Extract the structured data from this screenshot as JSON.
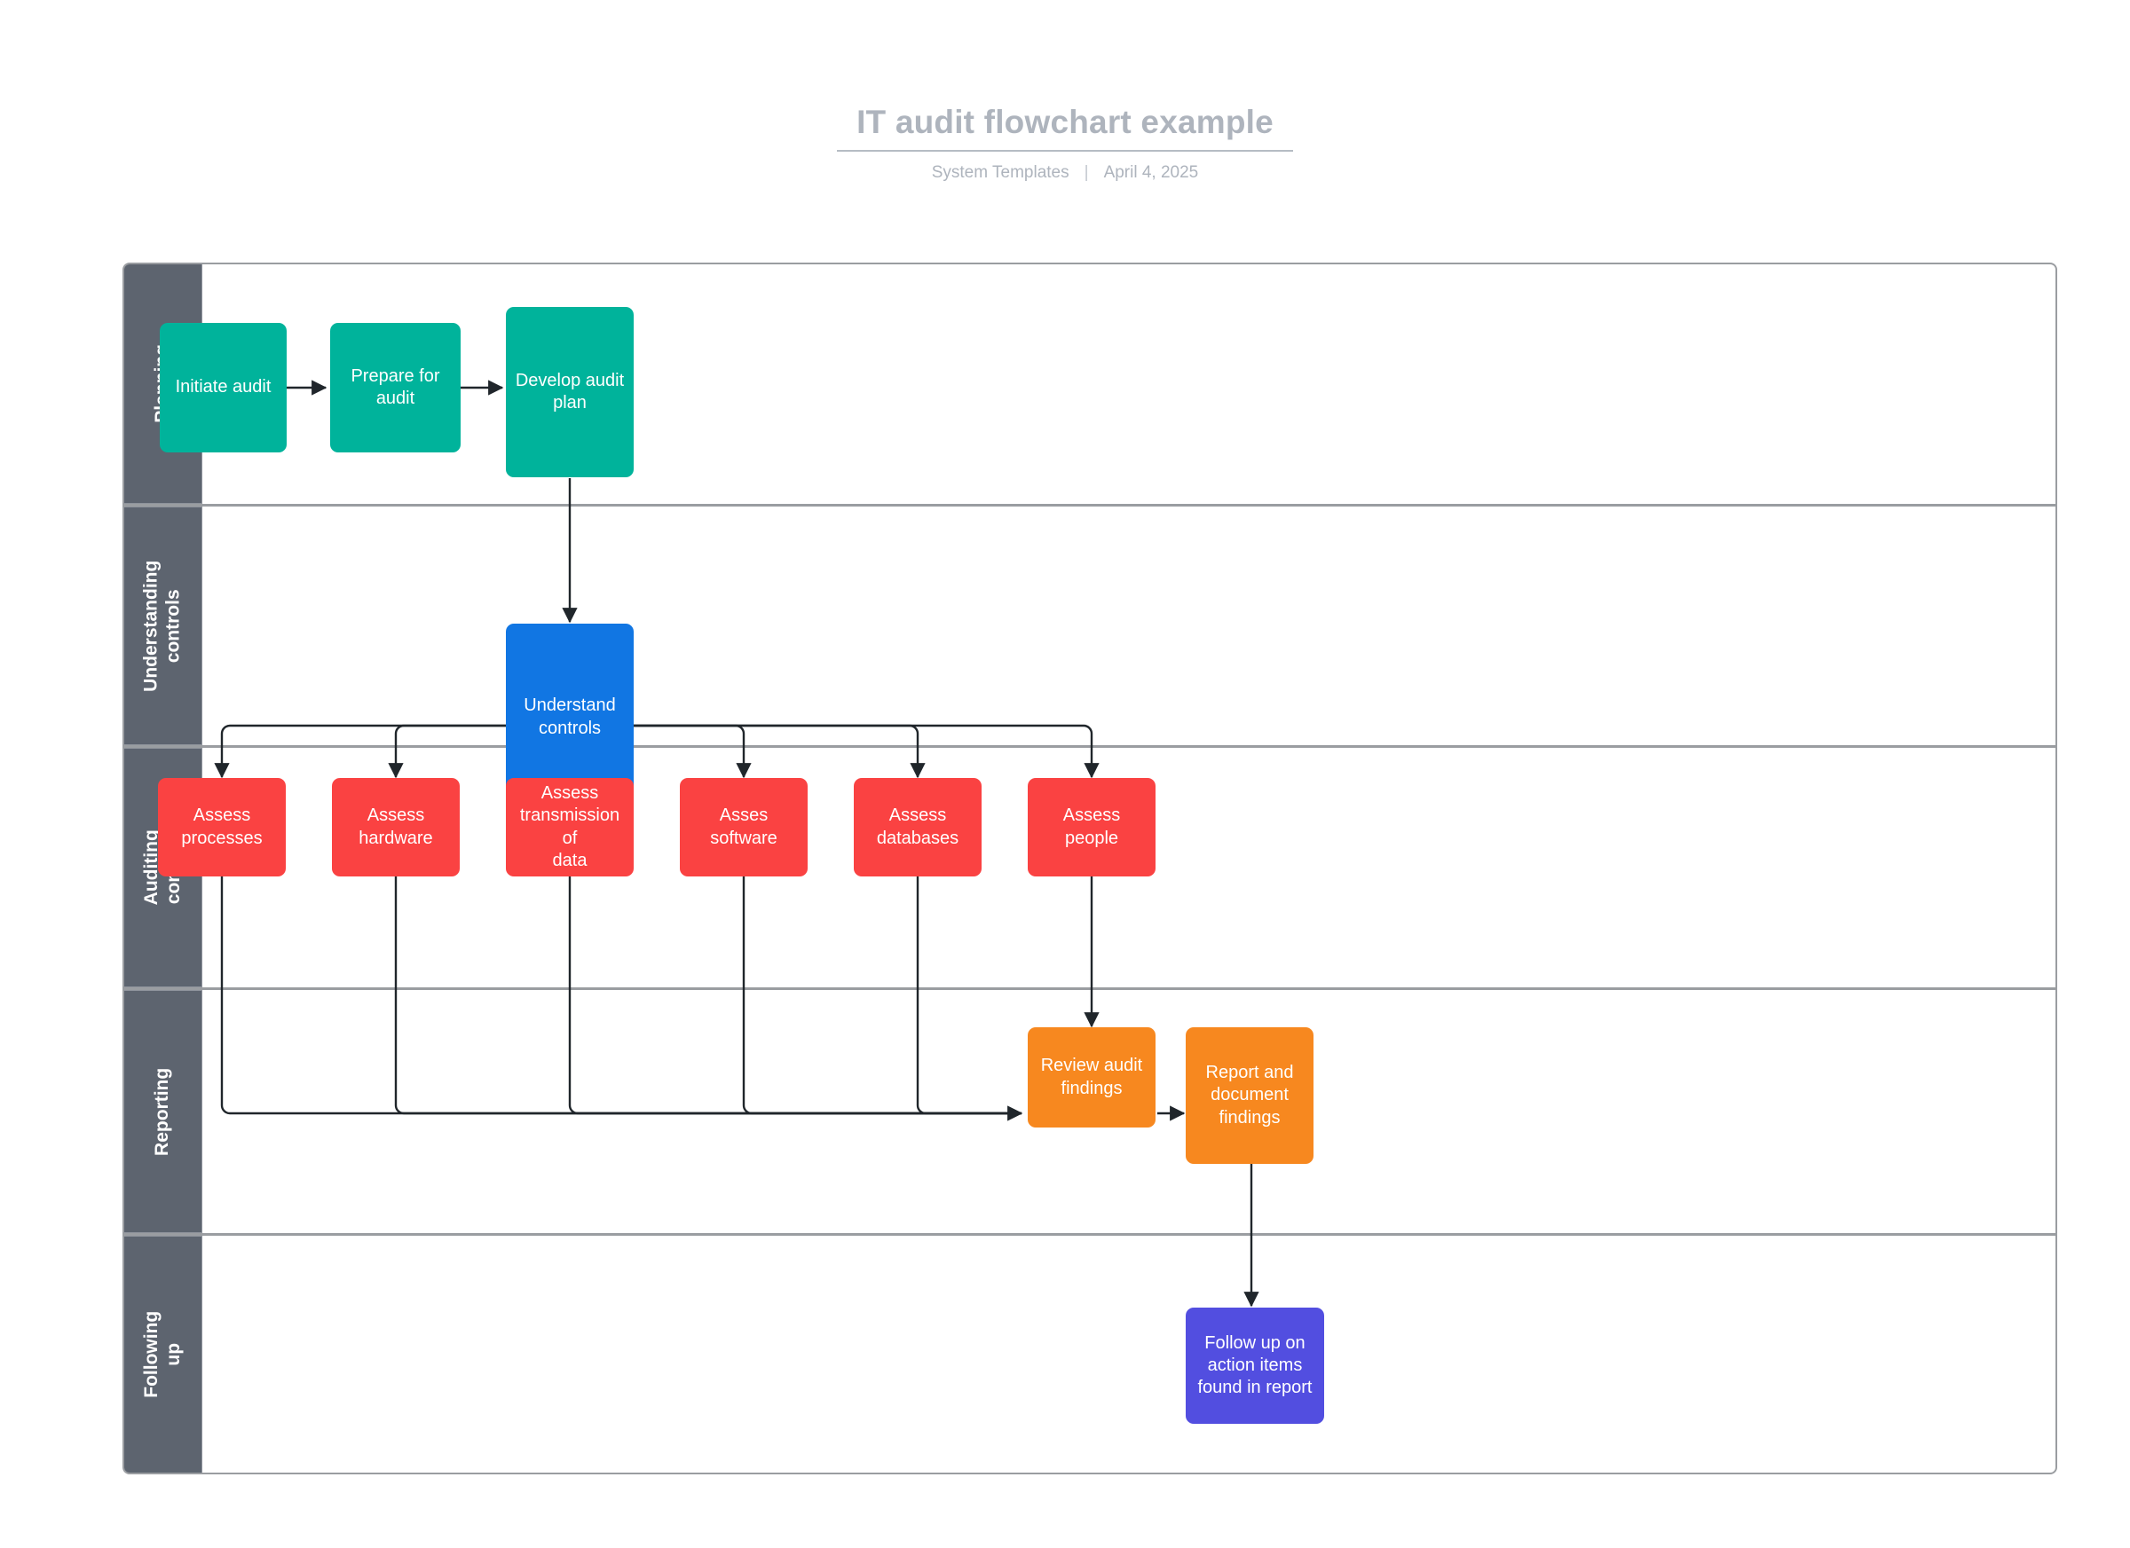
{
  "header": {
    "title": "IT audit flowchart example",
    "author": "System Templates",
    "separator": "|",
    "date": "April 4, 2025"
  },
  "colors": {
    "lane_header": "#5d646f",
    "frame": "#9a9da1",
    "planning": "#00b39b",
    "understanding": "#1176e3",
    "auditing": "#fa4242",
    "reporting": "#f7881f",
    "following_up": "#524ee0",
    "connector": "#20262b",
    "title_text": "#aeb4bd"
  },
  "chart_data": {
    "type": "diagram",
    "title": "IT audit flowchart example",
    "layout": "swimlane-horizontal",
    "lanes": [
      {
        "id": "planning",
        "label": "Planning"
      },
      {
        "id": "understanding",
        "label": "Understanding\ncontrols"
      },
      {
        "id": "auditing",
        "label": "Auditing\ncontrols"
      },
      {
        "id": "reporting",
        "label": "Reporting"
      },
      {
        "id": "following_up",
        "label": "Following up"
      }
    ],
    "nodes": [
      {
        "id": "n1",
        "lane": "planning",
        "label": "Initiate audit",
        "color": "#00b39b"
      },
      {
        "id": "n2",
        "lane": "planning",
        "label": "Prepare for audit",
        "color": "#00b39b"
      },
      {
        "id": "n3",
        "lane": "planning",
        "label": "Develop audit\nplan",
        "color": "#00b39b"
      },
      {
        "id": "n4",
        "lane": "understanding",
        "label": "Understand\ncontrols",
        "color": "#1176e3"
      },
      {
        "id": "n5",
        "lane": "auditing",
        "label": "Assess\nprocesses",
        "color": "#fa4242"
      },
      {
        "id": "n6",
        "lane": "auditing",
        "label": "Assess hardware",
        "color": "#fa4242"
      },
      {
        "id": "n7",
        "lane": "auditing",
        "label": "Assess\ntransmission of\ndata",
        "color": "#fa4242"
      },
      {
        "id": "n8",
        "lane": "auditing",
        "label": "Asses software",
        "color": "#fa4242"
      },
      {
        "id": "n9",
        "lane": "auditing",
        "label": "Assess\ndatabases",
        "color": "#fa4242"
      },
      {
        "id": "n10",
        "lane": "auditing",
        "label": "Assess people",
        "color": "#fa4242"
      },
      {
        "id": "n11",
        "lane": "reporting",
        "label": "Review audit\nfindings",
        "color": "#f7881f"
      },
      {
        "id": "n12",
        "lane": "reporting",
        "label": "Report and\ndocument\nfindings",
        "color": "#f7881f"
      },
      {
        "id": "n13",
        "lane": "following_up",
        "label": "Follow up on\naction items\nfound in report",
        "color": "#524ee0"
      }
    ],
    "edges": [
      {
        "from": "n1",
        "to": "n2"
      },
      {
        "from": "n2",
        "to": "n3"
      },
      {
        "from": "n3",
        "to": "n4"
      },
      {
        "from": "n4",
        "to": "n5"
      },
      {
        "from": "n4",
        "to": "n6"
      },
      {
        "from": "n4",
        "to": "n7"
      },
      {
        "from": "n4",
        "to": "n8"
      },
      {
        "from": "n4",
        "to": "n9"
      },
      {
        "from": "n4",
        "to": "n10"
      },
      {
        "from": "n5",
        "to": "n11"
      },
      {
        "from": "n6",
        "to": "n11"
      },
      {
        "from": "n7",
        "to": "n11"
      },
      {
        "from": "n8",
        "to": "n11"
      },
      {
        "from": "n9",
        "to": "n11"
      },
      {
        "from": "n10",
        "to": "n11"
      },
      {
        "from": "n11",
        "to": "n12"
      },
      {
        "from": "n12",
        "to": "n13"
      }
    ]
  }
}
